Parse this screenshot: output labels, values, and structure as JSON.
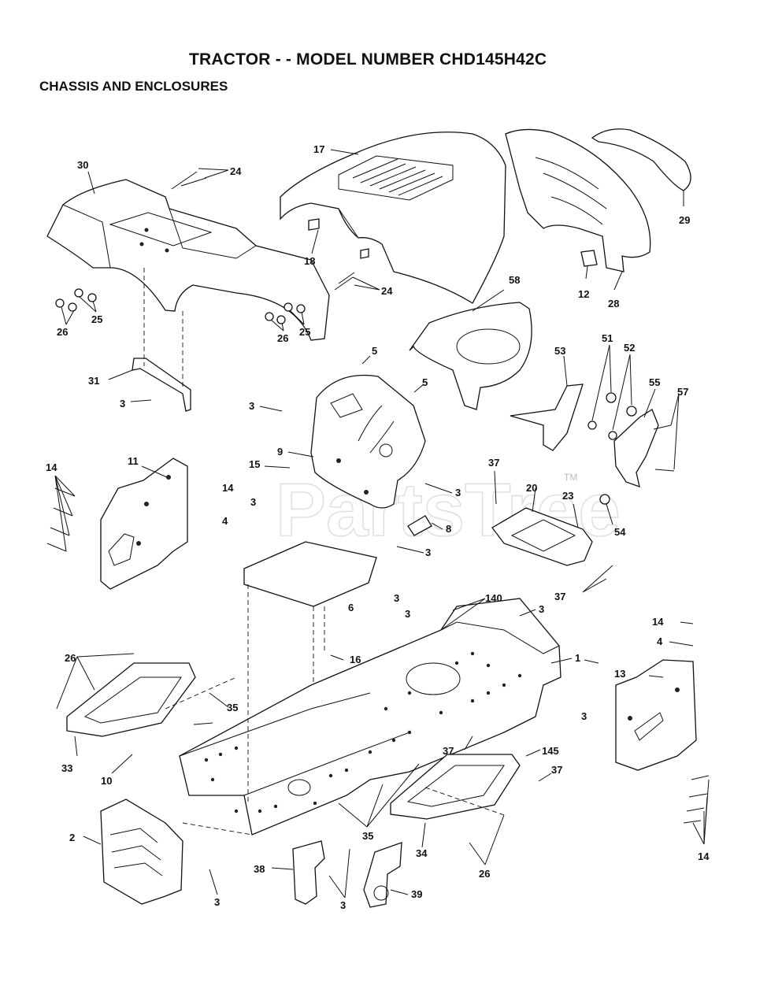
{
  "header": {
    "title": "TRACTOR - - MODEL NUMBER CHD145H42C",
    "subtitle": "CHASSIS AND ENCLOSURES"
  },
  "watermark": {
    "text": "PartsTree",
    "trademark": "TM"
  },
  "callouts": [
    {
      "id": "c17",
      "text": "17"
    },
    {
      "id": "c30",
      "text": "30"
    },
    {
      "id": "c24a",
      "text": "24"
    },
    {
      "id": "c24b",
      "text": "24"
    },
    {
      "id": "c18",
      "text": "18"
    },
    {
      "id": "c26a",
      "text": "26"
    },
    {
      "id": "c25a",
      "text": "25"
    },
    {
      "id": "c26b",
      "text": "26"
    },
    {
      "id": "c25b",
      "text": "25"
    },
    {
      "id": "c29",
      "text": "29"
    },
    {
      "id": "c12",
      "text": "12"
    },
    {
      "id": "c28",
      "text": "28"
    },
    {
      "id": "c58",
      "text": "58"
    },
    {
      "id": "c5a",
      "text": "5"
    },
    {
      "id": "c5b",
      "text": "5"
    },
    {
      "id": "c31",
      "text": "31"
    },
    {
      "id": "c3a",
      "text": "3"
    },
    {
      "id": "c3b",
      "text": "3"
    },
    {
      "id": "c9",
      "text": "9"
    },
    {
      "id": "c53",
      "text": "53"
    },
    {
      "id": "c51",
      "text": "51"
    },
    {
      "id": "c52",
      "text": "52"
    },
    {
      "id": "c55",
      "text": "55"
    },
    {
      "id": "c57",
      "text": "57"
    },
    {
      "id": "c11",
      "text": "11"
    },
    {
      "id": "c14a",
      "text": "14"
    },
    {
      "id": "c15",
      "text": "15"
    },
    {
      "id": "c14b",
      "text": "14"
    },
    {
      "id": "c4a",
      "text": "4"
    },
    {
      "id": "c3c",
      "text": "3"
    },
    {
      "id": "c37a",
      "text": "37"
    },
    {
      "id": "c20",
      "text": "20"
    },
    {
      "id": "c23",
      "text": "23"
    },
    {
      "id": "c3d",
      "text": "3"
    },
    {
      "id": "c8",
      "text": "8"
    },
    {
      "id": "c54",
      "text": "54"
    },
    {
      "id": "c3e",
      "text": "3"
    },
    {
      "id": "c37b",
      "text": "37"
    },
    {
      "id": "c6",
      "text": "6"
    },
    {
      "id": "c140",
      "text": "140"
    },
    {
      "id": "c3f",
      "text": "3"
    },
    {
      "id": "c3g",
      "text": "3"
    },
    {
      "id": "c16",
      "text": "16"
    },
    {
      "id": "c1",
      "text": "1"
    },
    {
      "id": "c14c",
      "text": "14"
    },
    {
      "id": "c4b",
      "text": "4"
    },
    {
      "id": "c13",
      "text": "13"
    },
    {
      "id": "c26c",
      "text": "26"
    },
    {
      "id": "c35a",
      "text": "35"
    },
    {
      "id": "c33",
      "text": "33"
    },
    {
      "id": "c10",
      "text": "10"
    },
    {
      "id": "c3h",
      "text": "3"
    },
    {
      "id": "c37c",
      "text": "37"
    },
    {
      "id": "c145",
      "text": "145"
    },
    {
      "id": "c37d",
      "text": "37"
    },
    {
      "id": "c2",
      "text": "2"
    },
    {
      "id": "c35b",
      "text": "35"
    },
    {
      "id": "c34",
      "text": "34"
    },
    {
      "id": "c26d",
      "text": "26"
    },
    {
      "id": "c14d",
      "text": "14"
    },
    {
      "id": "c3i",
      "text": "3"
    },
    {
      "id": "c38",
      "text": "38"
    },
    {
      "id": "c3j",
      "text": "3"
    },
    {
      "id": "c39",
      "text": "39"
    },
    {
      "id": "c3k",
      "text": "3"
    }
  ]
}
